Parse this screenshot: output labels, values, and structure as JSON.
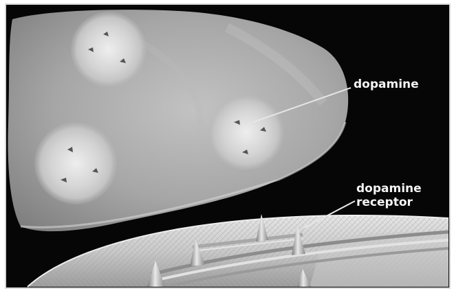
{
  "diagram": {
    "labels": {
      "dopamine": "dopamine",
      "receptor_line1": "dopamine",
      "receptor_line2": "receptor"
    },
    "colors": {
      "background": "#060606",
      "frame": "#d8d8d8",
      "vesicle_body": "#a9a9a9",
      "vesicle_glow": "#e2e2e2",
      "membrane": "#cfcfcf",
      "label": "#f4f4f4"
    }
  }
}
